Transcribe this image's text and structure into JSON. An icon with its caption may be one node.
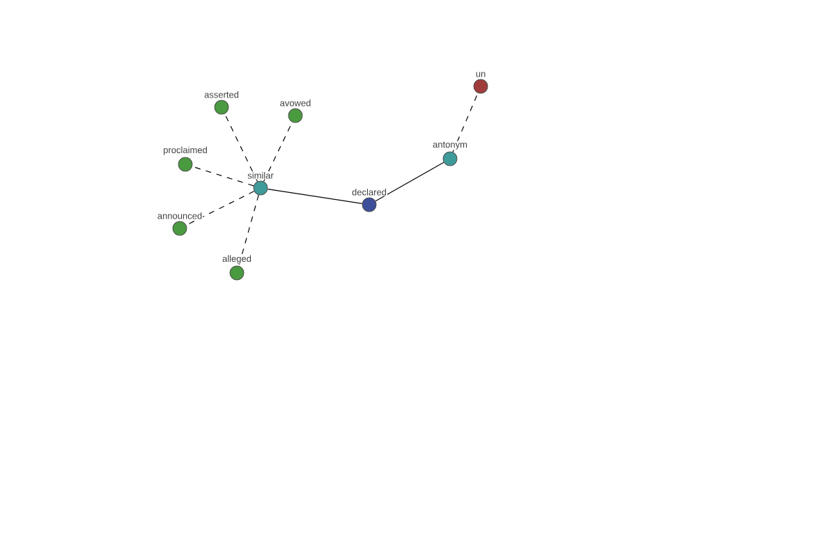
{
  "diagram": {
    "nodes": [
      {
        "text": [
          "declared"
        ]
      },
      {
        "text": [
          "similar"
        ]
      },
      {
        "text": [
          "antonym"
        ]
      },
      {
        "text": [
          "un"
        ]
      },
      {
        "text": [
          "asserted"
        ]
      },
      {
        "text": [
          "avowed"
        ]
      },
      {
        "text": [
          "proclaimed"
        ]
      },
      {
        "text": [
          "announced"
        ]
      },
      {
        "text": [
          "alleged"
        ]
      }
    ],
    "edges": [
      {
        "from": 0,
        "to": 1,
        "arrow": "none"
      },
      {
        "from": 0,
        "to": 2,
        "arrow": "none"
      },
      {
        "from": 2,
        "to": 3,
        "arrow": "none",
        "style": "dashed"
      },
      {
        "from": 1,
        "to": 4,
        "arrow": "none",
        "style": "dashed"
      },
      {
        "from": 1,
        "to": 5,
        "arrow": "none",
        "style": "dashed"
      },
      {
        "from": 1,
        "to": 6,
        "arrow": "none",
        "style": "dashed"
      },
      {
        "from": 1,
        "to": 7,
        "arrow": "none",
        "style": "dashed"
      },
      {
        "from": 1,
        "to": 8,
        "arrow": "none",
        "style": "dashed"
      }
    ]
  }
}
